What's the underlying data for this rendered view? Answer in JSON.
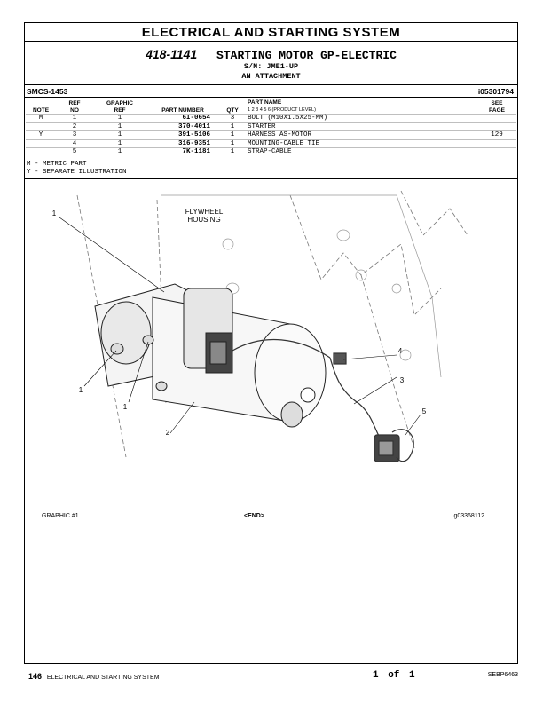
{
  "section_title": "ELECTRICAL AND STARTING SYSTEM",
  "group": {
    "part_number": "418-1141",
    "name": "STARTING MOTOR GP-ELECTRIC",
    "serial": "S/N: JME1-UP",
    "applicability": "AN ATTACHMENT"
  },
  "smcs": "SMCS-1453",
  "illustration_id": "i05301794",
  "table": {
    "headers": {
      "note": "NOTE",
      "ref_no": [
        "REF",
        "NO"
      ],
      "graphic_ref": [
        "GRAPHIC",
        "REF"
      ],
      "part_number": "PART NUMBER",
      "qty": "QTY",
      "part_name": "PART NAME",
      "product_level": "1  2  3  4  5  6   (PRODUCT LEVEL)",
      "see_page": [
        "SEE",
        "PAGE"
      ]
    },
    "rows": [
      {
        "note": "M",
        "ref": "1",
        "graphic": "1",
        "part": "6I-0654",
        "qty": "3",
        "name": "BOLT (M10X1.5X25-MM)",
        "page": ""
      },
      {
        "note": "",
        "ref": "2",
        "graphic": "1",
        "part": "370-4011",
        "qty": "1",
        "name": "STARTER",
        "page": ""
      },
      {
        "note": "Y",
        "ref": "3",
        "graphic": "1",
        "part": "391-5106",
        "qty": "1",
        "name": "HARNESS AS-MOTOR",
        "page": "129"
      },
      {
        "note": "",
        "ref": "4",
        "graphic": "1",
        "part": "316-9351",
        "qty": "1",
        "name": "MOUNTING-CABLE TIE",
        "page": ""
      },
      {
        "note": "",
        "ref": "5",
        "graphic": "1",
        "part": "7K-1181",
        "qty": "1",
        "name": "STRAP-CABLE",
        "page": ""
      }
    ]
  },
  "notes": [
    "M - METRIC PART",
    "Y - SEPARATE ILLUSTRATION"
  ],
  "illustration": {
    "housing_label": [
      "FLYWHEEL",
      "HOUSING"
    ],
    "callouts": [
      "1",
      "1",
      "1",
      "2",
      "3",
      "4",
      "5"
    ]
  },
  "graphic_footer": {
    "left": "GRAPHIC #1",
    "center": "<END>",
    "right": "g03368112"
  },
  "page_footer": {
    "page_number": "146",
    "section": "ELECTRICAL AND STARTING SYSTEM",
    "page_of": "1 of 1",
    "doc_id": "SEBP6463"
  }
}
